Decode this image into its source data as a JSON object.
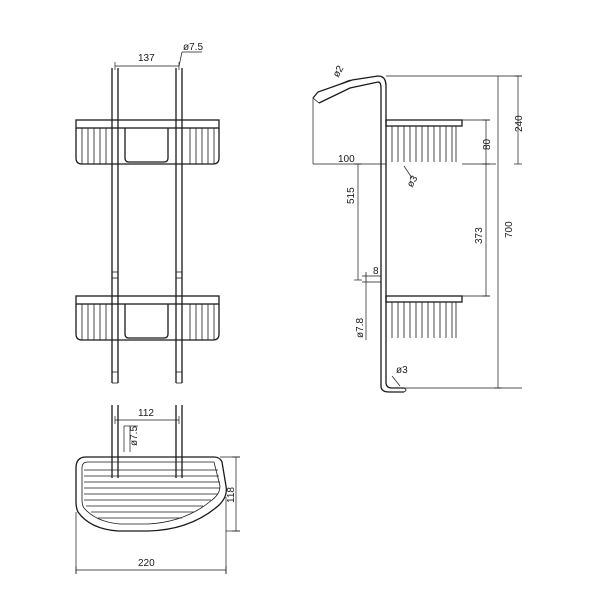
{
  "front_view": {
    "width_137": "137",
    "dia_top": "ø7.5"
  },
  "side_view": {
    "dia_hook_top": "ø2",
    "dim_100": "100",
    "dim_515": "515",
    "dia_wire": "ø3",
    "dim_373": "373",
    "dim_80": "80",
    "dim_240": "240",
    "dim_700": "700",
    "dim_8": "8",
    "dia_bottom": "ø7.8",
    "dia_hook_bottom": "ø3"
  },
  "top_view": {
    "dim_112": "112",
    "dia_top": "ø7.5",
    "depth_118": "118",
    "width_220": "220"
  }
}
